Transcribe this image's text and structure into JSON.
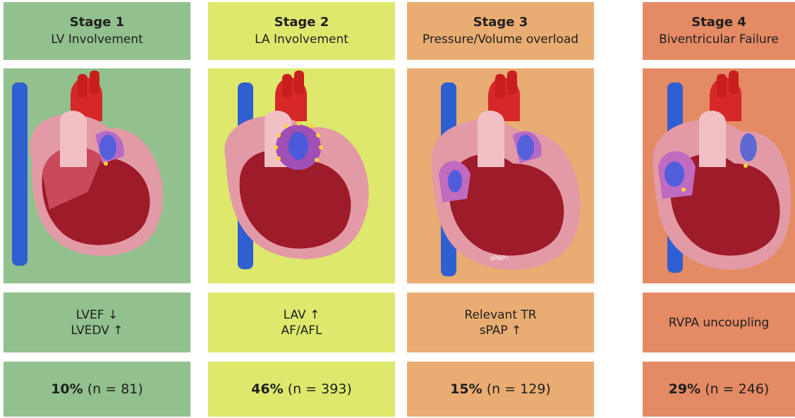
{
  "stages": [
    {
      "name": "Stage 1",
      "subtitle": "LV Involvement",
      "features": [
        "LVEF ↓",
        "LVEDV ↑"
      ],
      "percent": "10%",
      "count": "(n = 81)",
      "color": "#92c08e"
    },
    {
      "name": "Stage 2",
      "subtitle": "LA Involvement",
      "features": [
        "LAV ↑",
        "AF/AFL"
      ],
      "percent": "46%",
      "count": "(n = 393)",
      "color": "#dde86d"
    },
    {
      "name": "Stage 3",
      "subtitle": "Pressure/Volume overload",
      "features": [
        "Relevant TR",
        "sPAP ↑"
      ],
      "percent": "15%",
      "count": "(n = 129)",
      "color": "#e9ac72",
      "image_label": "sPAP↑"
    },
    {
      "name": "Stage 4",
      "subtitle": "Biventricular Failure",
      "features": [
        "RVPA uncoupling"
      ],
      "percent": "29%",
      "count": "(n = 246)",
      "color": "#e48a65"
    }
  ]
}
